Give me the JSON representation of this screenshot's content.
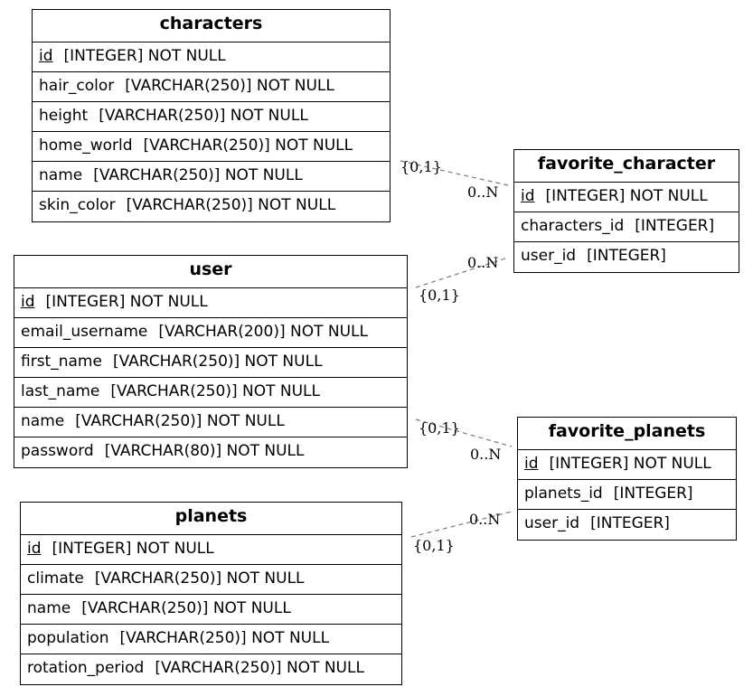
{
  "entities": {
    "characters": {
      "title": "characters",
      "fields": [
        {
          "name": "id",
          "type": "[INTEGER] NOT NULL"
        },
        {
          "name": "hair_color",
          "type": "[VARCHAR(250)] NOT NULL"
        },
        {
          "name": "height",
          "type": "[VARCHAR(250)] NOT NULL"
        },
        {
          "name": "home_world",
          "type": "[VARCHAR(250)] NOT NULL"
        },
        {
          "name": "name",
          "type": "[VARCHAR(250)] NOT NULL"
        },
        {
          "name": "skin_color",
          "type": "[VARCHAR(250)] NOT NULL"
        }
      ]
    },
    "user": {
      "title": "user",
      "fields": [
        {
          "name": "id",
          "type": "[INTEGER] NOT NULL"
        },
        {
          "name": "email_username",
          "type": "[VARCHAR(200)] NOT NULL"
        },
        {
          "name": "first_name",
          "type": "[VARCHAR(250)] NOT NULL"
        },
        {
          "name": "last_name",
          "type": "[VARCHAR(250)] NOT NULL"
        },
        {
          "name": "name",
          "type": "[VARCHAR(250)] NOT NULL"
        },
        {
          "name": "password",
          "type": "[VARCHAR(80)] NOT NULL"
        }
      ]
    },
    "planets": {
      "title": "planets",
      "fields": [
        {
          "name": "id",
          "type": "[INTEGER] NOT NULL"
        },
        {
          "name": "climate",
          "type": "[VARCHAR(250)] NOT NULL"
        },
        {
          "name": "name",
          "type": "[VARCHAR(250)] NOT NULL"
        },
        {
          "name": "population",
          "type": "[VARCHAR(250)] NOT NULL"
        },
        {
          "name": "rotation_period",
          "type": "[VARCHAR(250)] NOT NULL"
        }
      ]
    },
    "favorite_character": {
      "title": "favorite_character",
      "fields": [
        {
          "name": "id",
          "type": "[INTEGER] NOT NULL"
        },
        {
          "name": "characters_id",
          "type": "[INTEGER]"
        },
        {
          "name": "user_id",
          "type": "[INTEGER]"
        }
      ]
    },
    "favorite_planets": {
      "title": "favorite_planets",
      "fields": [
        {
          "name": "id",
          "type": "[INTEGER] NOT NULL"
        },
        {
          "name": "planets_id",
          "type": "[INTEGER]"
        },
        {
          "name": "user_id",
          "type": "[INTEGER]"
        }
      ]
    }
  },
  "relationships": [
    {
      "from": "characters",
      "to": "favorite_character",
      "from_card": "{0,1}",
      "to_card": "0..N"
    },
    {
      "from": "user",
      "to": "favorite_character",
      "from_card": "{0,1}",
      "to_card": "0..N"
    },
    {
      "from": "user",
      "to": "favorite_planets",
      "from_card": "{0,1}",
      "to_card": "0..N"
    },
    {
      "from": "planets",
      "to": "favorite_planets",
      "from_card": "{0,1}",
      "to_card": "0..N"
    }
  ]
}
